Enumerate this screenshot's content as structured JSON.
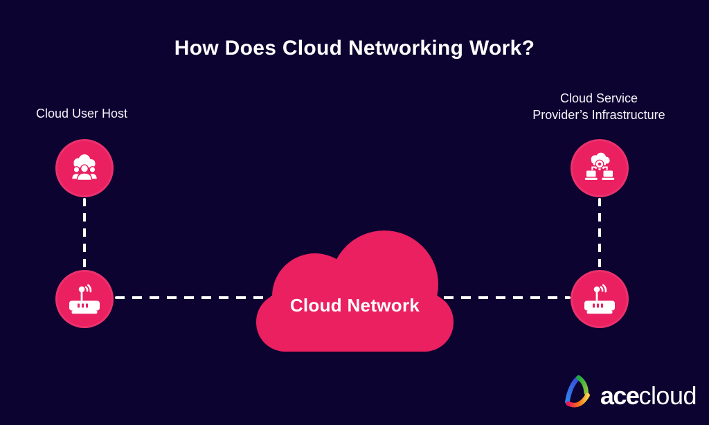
{
  "title": "How Does Cloud Networking Work?",
  "left_node": {
    "label": "Cloud User Host"
  },
  "right_node": {
    "label_line1": "Cloud Service",
    "label_line2": "Provider’s Infrastructure"
  },
  "cloud": {
    "label": "Cloud Network"
  },
  "logo": {
    "text_bold": "ace",
    "text_light": "cloud"
  },
  "icons": {
    "top_left": "cloud-users-icon",
    "bottom_left": "wireless-router-icon",
    "top_right": "cloud-gear-laptops-icon",
    "bottom_right": "wireless-router-icon"
  },
  "colors": {
    "background": "#0D0331",
    "accent_pink": "#EA2060",
    "text": "#FFFFFF"
  }
}
